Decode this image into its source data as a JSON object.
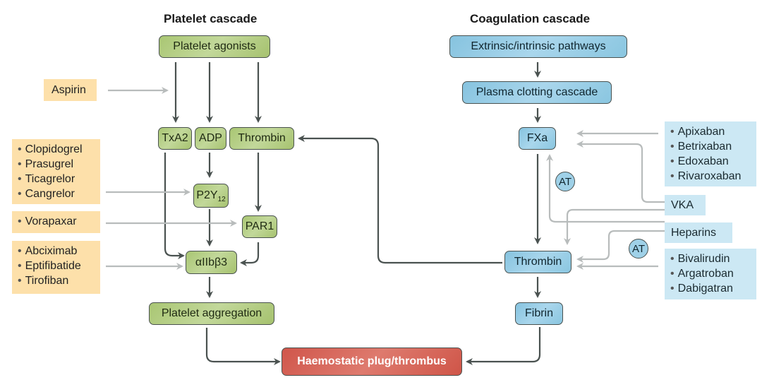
{
  "titles": {
    "platelet": "Platelet cascade",
    "coagulation": "Coagulation cascade"
  },
  "platelet_nodes": {
    "agonists": "Platelet agonists",
    "txa2": "TxA2",
    "adp": "ADP",
    "thrombin": "Thrombin",
    "p2y_main": "P2Y",
    "p2y_sub": "12",
    "par1": "PAR1",
    "integrin": "αIIbβ3",
    "aggregation": "Platelet aggregation"
  },
  "coag_nodes": {
    "pathways": "Extrinsic/intrinsic pathways",
    "plasma": "Plasma clotting cascade",
    "fxa": "FXa",
    "thrombin": "Thrombin",
    "fibrin": "Fibrin",
    "at_upper": "AT",
    "at_lower": "AT"
  },
  "outcome": "Haemostatic plug/thrombus",
  "antiplatelet_drugs": {
    "aspirin": "Aspirin",
    "p2y12_inhibitors": [
      "Clopidogrel",
      "Prasugrel",
      "Ticagrelor",
      "Cangrelor"
    ],
    "par1_inhibitors": [
      "Vorapaxar"
    ],
    "gp_inhibitors": [
      "Abciximab",
      "Eptifibatide",
      "Tirofiban"
    ]
  },
  "anticoagulant_drugs": {
    "fxa_inhibitors": [
      "Apixaban",
      "Betrixaban",
      "Edoxaban",
      "Rivaroxaban"
    ],
    "vka": "VKA",
    "heparins": "Heparins",
    "thrombin_inhibitors": [
      "Bivalirudin",
      "Argatroban",
      "Dabigatran"
    ]
  },
  "colors": {
    "platelet_node": "#b5cf86",
    "coag_node": "#9ccfe6",
    "outcome_node": "#d4615a",
    "antiplatelet_drug_bg": "#fde0aa",
    "anticoagulant_drug_bg": "#cce8f4",
    "main_arrow": "#4a5250",
    "drug_arrow": "#b8bcbc"
  }
}
